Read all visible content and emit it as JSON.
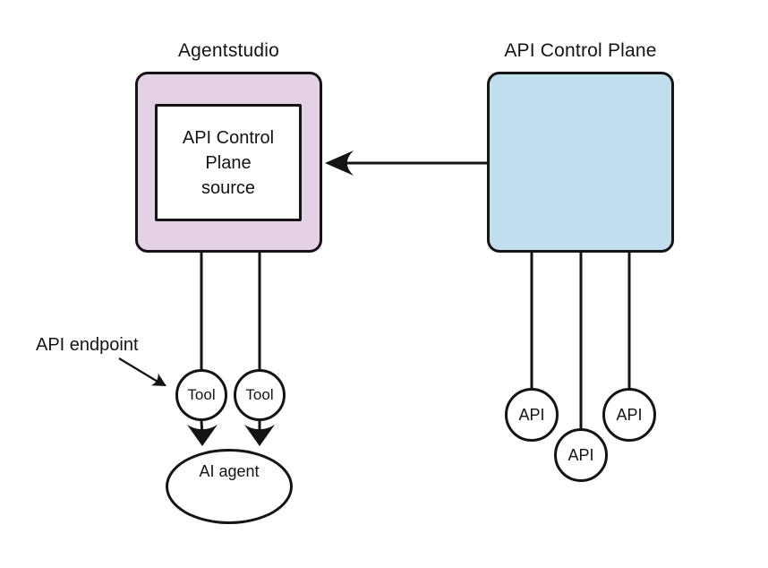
{
  "diagram": {
    "background": "#ffffff",
    "stroke_color": "#141414",
    "left": {
      "title": "Agentstudio",
      "box_fill": "#e4d1e6",
      "source_box": {
        "lines": [
          "API Control",
          "Plane",
          "source"
        ]
      },
      "tools": [
        {
          "label": "Tool"
        },
        {
          "label": "Tool"
        }
      ],
      "ai_agent": {
        "label": "AI agent"
      },
      "annotation": {
        "label": "API endpoint"
      }
    },
    "right": {
      "title": "API Control Plane",
      "box_fill": "#c1deef",
      "apis": [
        {
          "label": "API"
        },
        {
          "label": "API"
        },
        {
          "label": "API"
        }
      ]
    }
  }
}
